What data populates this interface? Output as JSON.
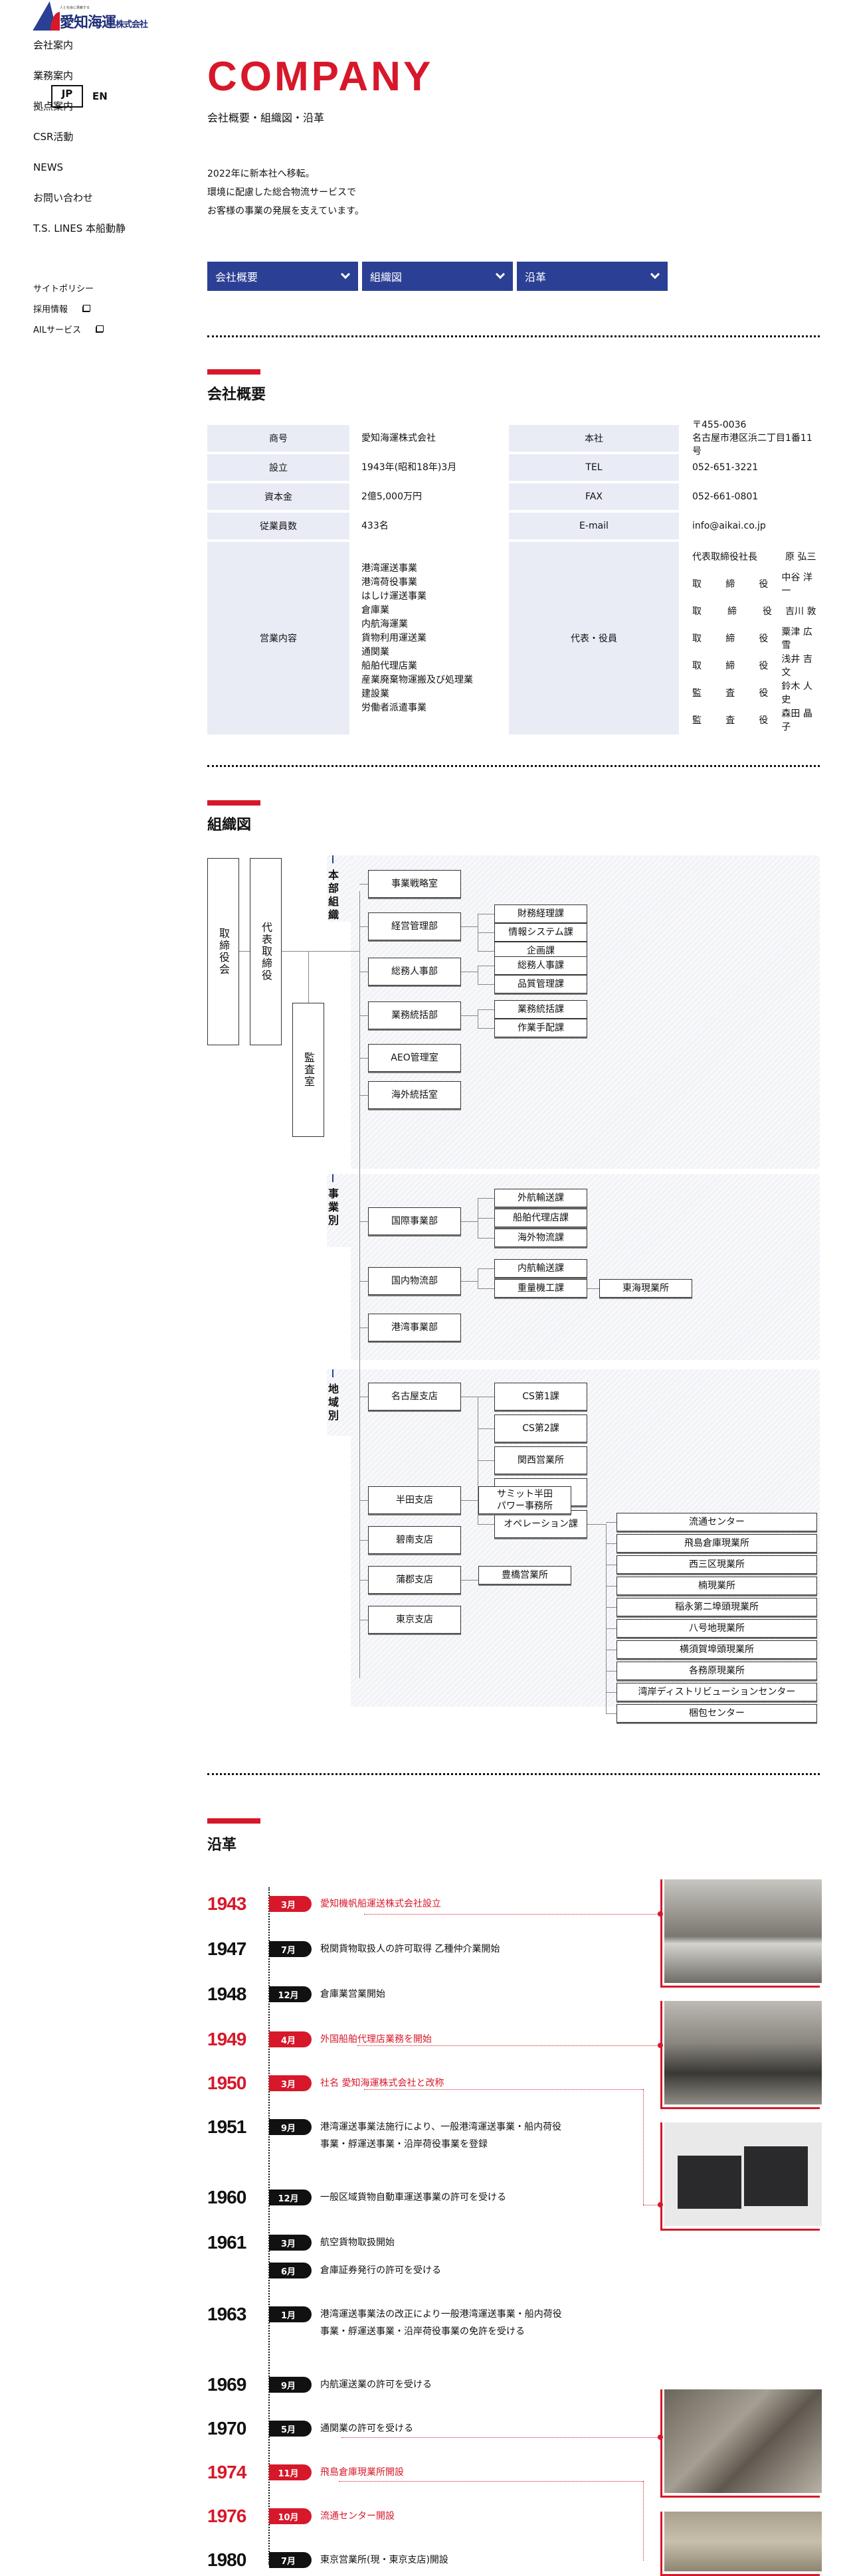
{
  "brand": {
    "tagline": "人と社会に貢献する",
    "name": "愛知海運",
    "suffix": "株式会社",
    "colors": {
      "red": "#d7182a",
      "navy": "#2b3f94",
      "table_header": "#e9ecf5"
    }
  },
  "nav": {
    "items": [
      "会社案内",
      "業務案内",
      "拠点案内",
      "CSR活動",
      "NEWS",
      "お問い合わせ",
      "T.S. LINES 本船動静"
    ],
    "lang": {
      "jp": "JP",
      "en": "EN"
    },
    "sub_items": [
      {
        "label": "サイトポリシー",
        "external": false
      },
      {
        "label": "採用情報",
        "external": true
      },
      {
        "label": "AILサービス",
        "external": true
      }
    ]
  },
  "hero": {
    "title": "COMPANY",
    "subtitle": "会社概要・組織図・沿革",
    "lines": [
      "2022年に新本社へ移転。",
      "環境に配慮した総合物流サービスで",
      "お客様の事業の発展を支えています。"
    ],
    "anchors": [
      "会社概要",
      "組織図",
      "沿革"
    ]
  },
  "overview": {
    "title": "会社概要",
    "left": [
      {
        "label": "商号",
        "value": "愛知海運株式会社"
      },
      {
        "label": "設立",
        "value": "1943年(昭和18年)3月"
      },
      {
        "label": "資本金",
        "value": "2億5,000万円"
      },
      {
        "label": "従業員数",
        "value": "433名"
      }
    ],
    "right": [
      {
        "label": "本社",
        "value_lines": [
          "〒455-0036",
          "名古屋市港区浜二丁目1番11号"
        ]
      },
      {
        "label": "TEL",
        "value": "052-651-3221"
      },
      {
        "label": "FAX",
        "value": "052-661-0801"
      },
      {
        "label": "E-mail",
        "value": "info@aikai.co.jp"
      }
    ],
    "business": {
      "label": "営業内容",
      "items": [
        "港湾運送事業",
        "港湾荷役事業",
        "はしけ運送事業",
        "倉庫業",
        "内航海運業",
        "貨物利用運送業",
        "通関業",
        "船舶代理店業",
        "産業廃棄物運搬及び処理業",
        "建設業",
        "労働者派遣事業"
      ]
    },
    "officers": {
      "label": "代表・役員",
      "items": [
        {
          "role": [
            "代表取締役社長"
          ],
          "name": "原 弘三"
        },
        {
          "role": [
            "取",
            "締",
            "役"
          ],
          "name": "中谷 洋一"
        },
        {
          "role": [
            "取",
            "締",
            "役"
          ],
          "name": "吉川 敦"
        },
        {
          "role": [
            "取",
            "締",
            "役"
          ],
          "name": "粟津 広雪"
        },
        {
          "role": [
            "取",
            "締",
            "役"
          ],
          "name": "浅井 吉文"
        },
        {
          "role": [
            "監",
            "査",
            "役"
          ],
          "name": "鈴木 人史"
        },
        {
          "role": [
            "監",
            "査",
            "役"
          ],
          "name": "森田 晶子"
        }
      ]
    }
  },
  "org": {
    "title": "組織図",
    "top": {
      "board": "取締役会",
      "president": "代表取締役",
      "audit": "監査室"
    },
    "zones": [
      {
        "label": "本部組織",
        "departments": [
          {
            "name": "事業戦略室",
            "sections": []
          },
          {
            "name": "経営管理部",
            "sections": [
              "財務経理課",
              "情報システム課",
              "企画課"
            ]
          },
          {
            "name": "総務人事部",
            "sections": [
              "総務人事課",
              "品質管理課"
            ]
          },
          {
            "name": "業務統括部",
            "sections": [
              "業務統括課",
              "作業手配課"
            ]
          },
          {
            "name": "AEO管理室",
            "sections": []
          },
          {
            "name": "海外統括室",
            "sections": []
          }
        ]
      },
      {
        "label": "事業別",
        "departments": [
          {
            "name": "国際事業部",
            "sections": [
              "外航輸送課",
              "船舶代理店課",
              "海外物流課"
            ]
          },
          {
            "name": "国内物流部",
            "sections": [
              "内航輸送課",
              "重量機工課"
            ],
            "sub": {
              "parent": "重量機工課",
              "name": "東海現業所"
            }
          },
          {
            "name": "港湾事業部",
            "sections": []
          }
        ]
      },
      {
        "label": "地域別",
        "departments": [
          {
            "name": "名古屋支店",
            "sections": [
              "CS第1課",
              "CS第2課",
              "関西営業所",
              "通関課",
              "オペレーション課"
            ]
          },
          {
            "name": "半田支店",
            "sections": [
              "サミット半田\nパワー事務所"
            ]
          },
          {
            "name": "碧南支店",
            "sections": []
          },
          {
            "name": "蒲郡支店",
            "sections": [
              "豊橋営業所"
            ]
          },
          {
            "name": "東京支店",
            "sections": []
          }
        ],
        "operation_units": [
          "流通センター",
          "飛島倉庫現業所",
          "西三区現業所",
          "楠現業所",
          "稲永第二埠頭現業所",
          "八号地現業所",
          "横須賀埠頭現業所",
          "各務原現業所",
          "湾岸ディストリビューションセンター",
          "梱包センター"
        ]
      }
    ]
  },
  "history": {
    "title": "沿革",
    "events": [
      {
        "year": "1943",
        "month": "3月",
        "text": [
          "愛知機帆船運送株式会社設立"
        ],
        "highlight": true
      },
      {
        "year": "1947",
        "month": "7月",
        "text": [
          "税関貨物取扱人の許可取得 乙種仲介業開始"
        ],
        "highlight": false
      },
      {
        "year": "1948",
        "month": "12月",
        "text": [
          "倉庫業営業開始"
        ],
        "highlight": false
      },
      {
        "year": "1949",
        "month": "4月",
        "text": [
          "外国船舶代理店業務を開始"
        ],
        "highlight": true
      },
      {
        "year": "1950",
        "month": "3月",
        "text": [
          "社名 愛知海運株式会社と改称"
        ],
        "highlight": true
      },
      {
        "year": "1951",
        "month": "9月",
        "text": [
          "港湾運送事業法施行により、一般港湾運送事業・船内荷役",
          "事業・艀運送事業・沿岸荷役事業を登録"
        ],
        "highlight": false
      },
      {
        "year": "1960",
        "month": "12月",
        "text": [
          "一般区域貨物自動車運送事業の許可を受ける"
        ],
        "highlight": false
      },
      {
        "year": "1961",
        "month": "3月",
        "text": [
          "航空貨物取扱開始"
        ],
        "highlight": false
      },
      {
        "year": "",
        "month": "6月",
        "text": [
          "倉庫証券発行の許可を受ける"
        ],
        "highlight": false
      },
      {
        "year": "1963",
        "month": "1月",
        "text": [
          "港湾運送事業法の改正により一般港湾運送事業・船内荷役",
          "事業・艀運送事業・沿岸荷役事業の免許を受ける"
        ],
        "highlight": false
      },
      {
        "year": "1969",
        "month": "9月",
        "text": [
          "内航運送業の許可を受ける"
        ],
        "highlight": false
      },
      {
        "year": "1970",
        "month": "5月",
        "text": [
          "通関業の許可を受ける"
        ],
        "highlight": false
      },
      {
        "year": "1974",
        "month": "11月",
        "text": [
          "飛島倉庫現業所開設"
        ],
        "highlight": true
      },
      {
        "year": "1976",
        "month": "10月",
        "text": [
          "流通センター開設"
        ],
        "highlight": true
      },
      {
        "year": "1980",
        "month": "7月",
        "text": [
          "東京営業所(現・東京支店)開設"
        ],
        "highlight": false
      }
    ],
    "photos": [
      {
        "subject": "ship-photo-1943"
      },
      {
        "subject": "ship-photo-1949"
      },
      {
        "subject": "happi-coat-photo-1950"
      },
      {
        "subject": "warehouse-aerial-1974"
      },
      {
        "subject": "distribution-center-aerial-1976"
      }
    ]
  }
}
